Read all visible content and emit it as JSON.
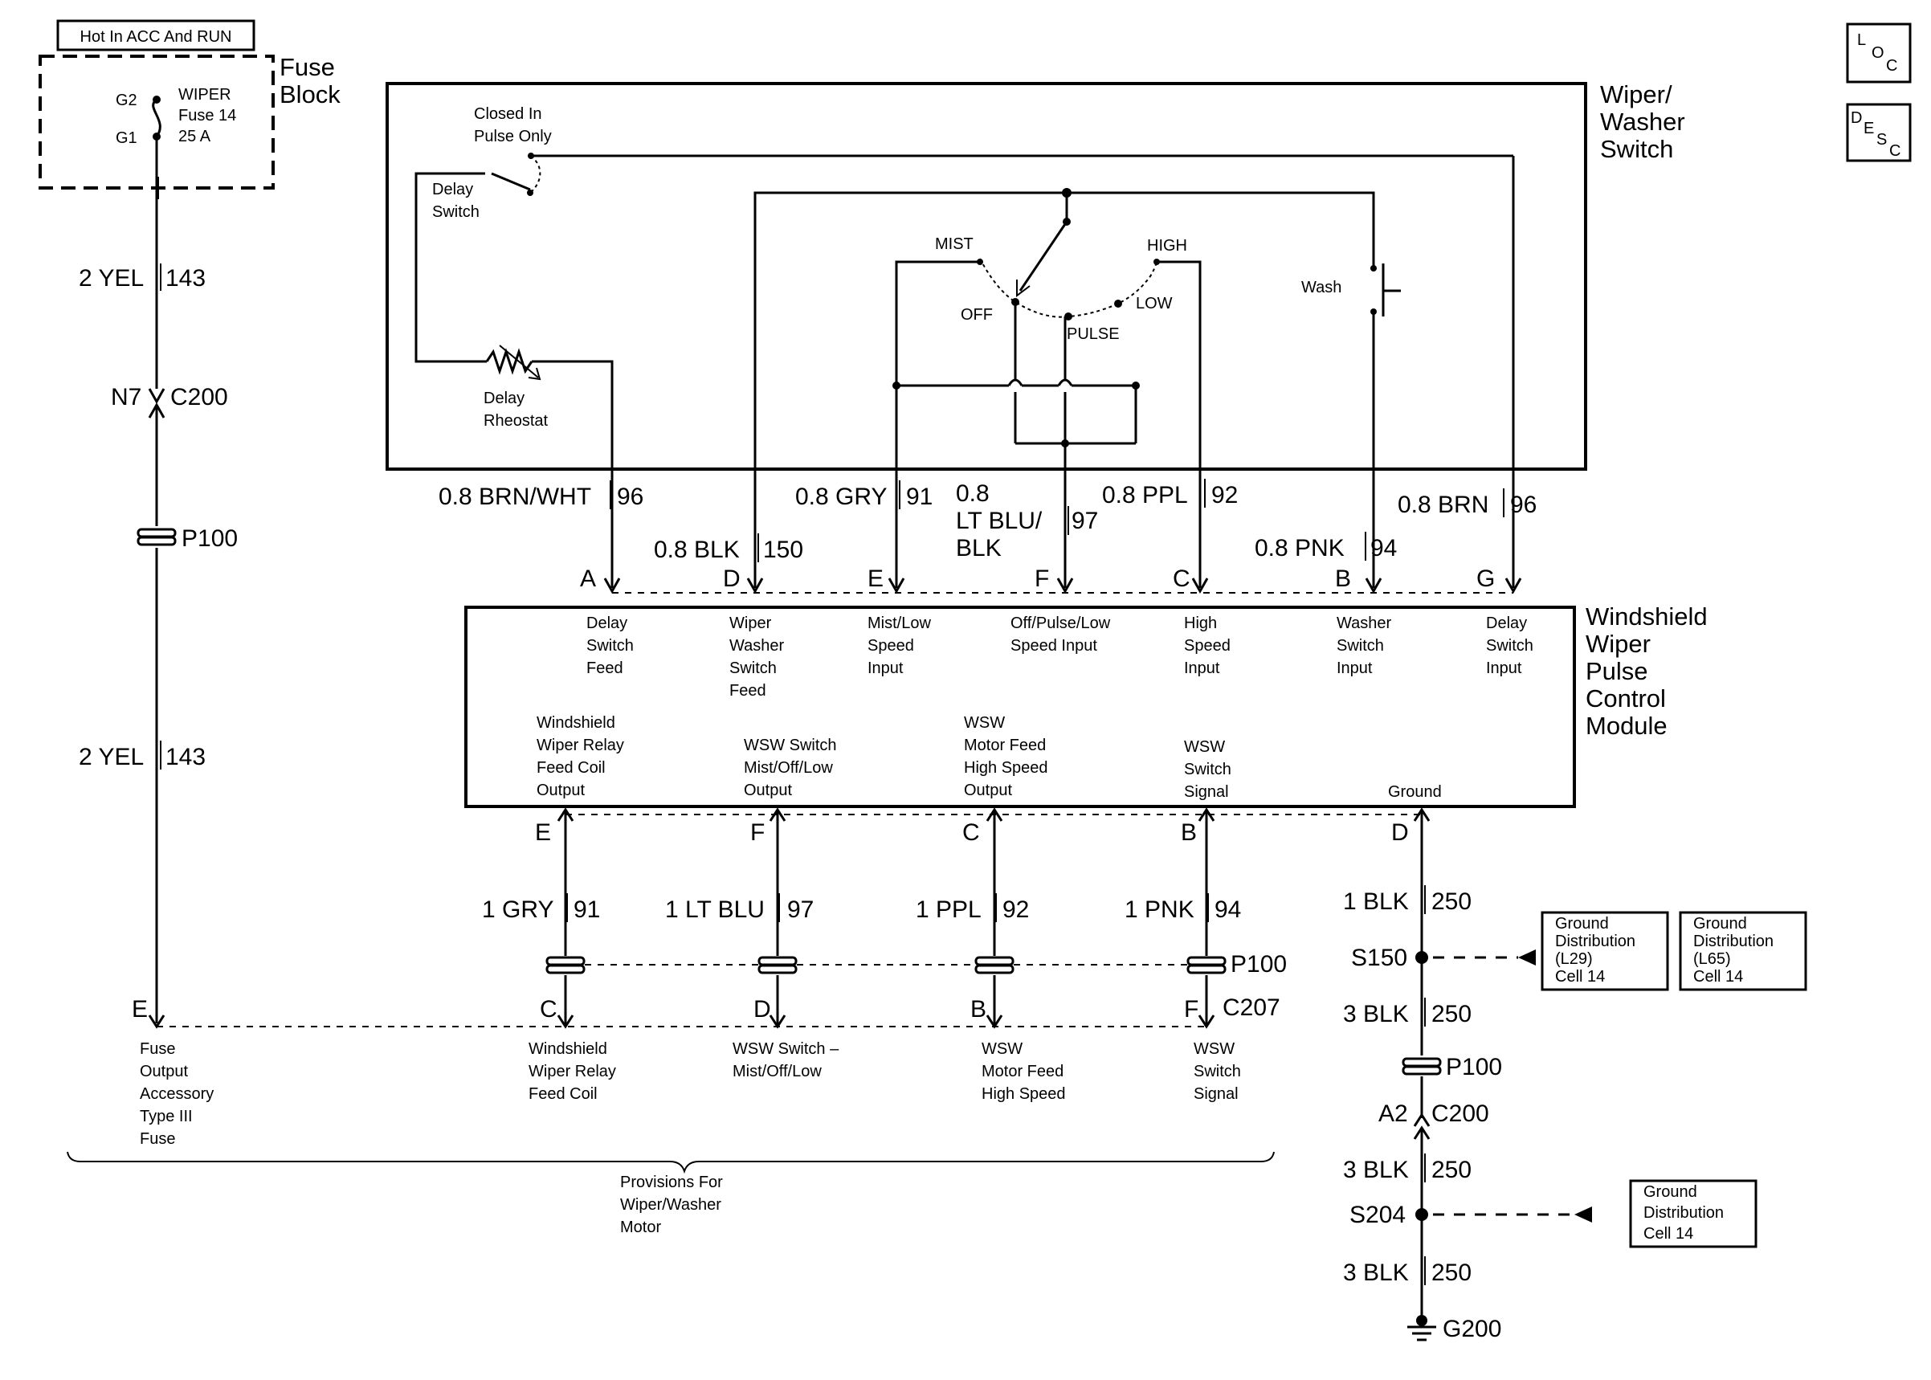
{
  "fuse_block": {
    "hot_label": "Hot In ACC And RUN",
    "title_line1": "Fuse",
    "title_line2": "Block",
    "pin_g2": "G2",
    "pin_g1": "G1",
    "fuse_name": "WIPER",
    "fuse_number": "Fuse 14",
    "fuse_rating": "25 A"
  },
  "loc_desc": {
    "loc_l": "L",
    "loc_o": "O",
    "loc_c": "C",
    "desc_d": "D",
    "desc_e": "E",
    "desc_s": "S",
    "desc_c": "C"
  },
  "switch": {
    "title_line1": "Wiper/",
    "title_line2": "Washer",
    "title_line3": "Switch",
    "closed_pulse_line1": "Closed In",
    "closed_pulse_line2": "Pulse Only",
    "delay_switch_line1": "Delay",
    "delay_switch_line2": "Switch",
    "delay_rheostat_line1": "Delay",
    "delay_rheostat_line2": "Rheostat",
    "mist": "MIST",
    "high": "HIGH",
    "off": "OFF",
    "pulse": "PULSE",
    "low": "LOW",
    "wash": "Wash"
  },
  "wires_top": {
    "brn_wht": "0.8 BRN/WHT",
    "brn_wht_circ": "96",
    "blk": "0.8 BLK",
    "blk_circ": "150",
    "gry": "0.8 GRY",
    "gry_circ": "91",
    "ltblu_line1": "0.8",
    "ltblu_line2": "LT BLU/",
    "ltblu_line3": "BLK",
    "ltblu_circ": "97",
    "ppl": "0.8 PPL",
    "ppl_circ": "92",
    "pnk": "0.8 PNK",
    "pnk_circ": "94",
    "brn": "0.8 BRN",
    "brn_circ": "96"
  },
  "module": {
    "title_line1": "Windshield",
    "title_line2": "Wiper",
    "title_line3": "Pulse",
    "title_line4": "Control",
    "title_line5": "Module",
    "pins_top": [
      "A",
      "D",
      "E",
      "F",
      "C",
      "B",
      "G"
    ],
    "delay_feed": [
      "Delay",
      "Switch",
      "Feed"
    ],
    "ww_feed": [
      "Wiper",
      "Washer",
      "Switch",
      "Feed"
    ],
    "mist_low": [
      "Mist/Low",
      "Speed",
      "Input"
    ],
    "off_pulse": [
      "Off/Pulse/Low",
      "Speed Input"
    ],
    "high_speed": [
      "High",
      "Speed",
      "Input"
    ],
    "washer_input": [
      "Washer",
      "Switch",
      "Input"
    ],
    "delay_input": [
      "Delay",
      "Switch",
      "Input"
    ],
    "relay_out": [
      "Windshield",
      "Wiper Relay",
      "Feed Coil",
      "Output"
    ],
    "wsw_out": [
      "WSW Switch",
      "Mist/Off/Low",
      "Output"
    ],
    "motor_out": [
      "WSW",
      "Motor Feed",
      "High Speed",
      "Output"
    ],
    "signal": [
      "WSW",
      "Switch",
      "Signal"
    ],
    "ground": "Ground",
    "pins_bottom": [
      "E",
      "F",
      "C",
      "B",
      "D"
    ]
  },
  "left_feed": {
    "wire1": "2 YEL",
    "wire1_circ": "143",
    "conn_pin": "N7",
    "conn": "C200",
    "p100": "P100",
    "wire2": "2 YEL",
    "wire2_circ": "143"
  },
  "wires_bottom": {
    "gry": "1 GRY",
    "gry_circ": "91",
    "ltblu": "1 LT BLU",
    "ltblu_circ": "97",
    "ppl": "1 PPL",
    "ppl_circ": "92",
    "pnk": "1 PNK",
    "pnk_circ": "94",
    "p100": "P100",
    "c207": "C207",
    "motor_pins": [
      "E",
      "C",
      "D",
      "B",
      "F"
    ]
  },
  "motor": {
    "fuse_output": [
      "Fuse",
      "Output",
      "Accessory",
      "Type III",
      "Fuse"
    ],
    "relay_coil": [
      "Windshield",
      "Wiper Relay",
      "Feed Coil"
    ],
    "wsw_switch": [
      "WSW Switch –",
      "Mist/Off/Low"
    ],
    "motor_feed": [
      "WSW",
      "Motor Feed",
      "High Speed"
    ],
    "switch_signal": [
      "WSW",
      "Switch",
      "Signal"
    ],
    "provisions": [
      "Provisions For",
      "Wiper/Washer",
      "Motor"
    ]
  },
  "ground": {
    "w1": "1 BLK",
    "w1_circ": "250",
    "s150": "S150",
    "gd1": [
      "Ground",
      "Distribution",
      "(L29)",
      "Cell 14"
    ],
    "gd2": [
      "Ground",
      "Distribution",
      "(L65)",
      "Cell 14"
    ],
    "w2": "3 BLK",
    "w2_circ": "250",
    "p100": "P100",
    "a2": "A2",
    "c200": "C200",
    "w3": "3 BLK",
    "w3_circ": "250",
    "s204": "S204",
    "gd3": [
      "Ground",
      "Distribution",
      "Cell 14"
    ],
    "w4": "3 BLK",
    "w4_circ": "250",
    "g200": "G200"
  }
}
